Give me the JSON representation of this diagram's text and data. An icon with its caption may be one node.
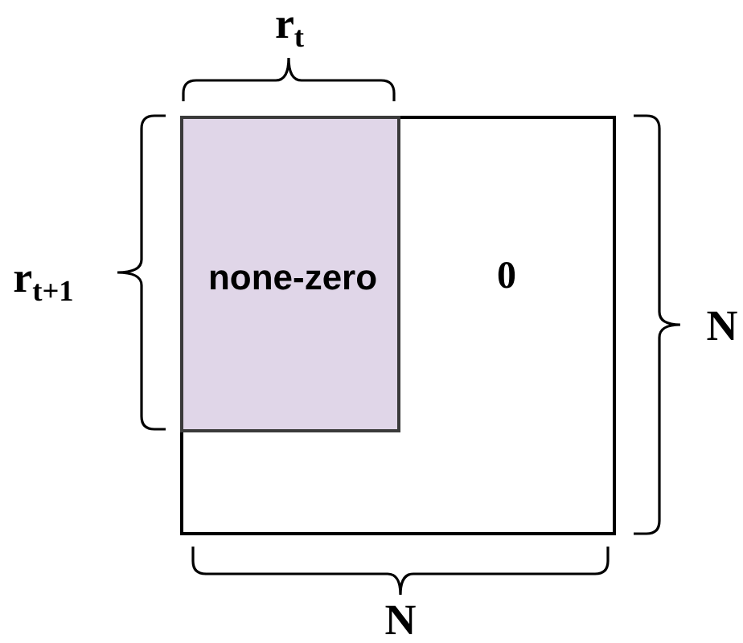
{
  "diagram": {
    "nodes": [
      {
        "text": [
          "0"
        ]
      },
      {
        "text": [
          "none-zero"
        ],
        "in": 0
      }
    ],
    "labels": [
      "r$_{t}$",
      "r$_{t+1}$",
      "N",
      "N"
    ]
  }
}
